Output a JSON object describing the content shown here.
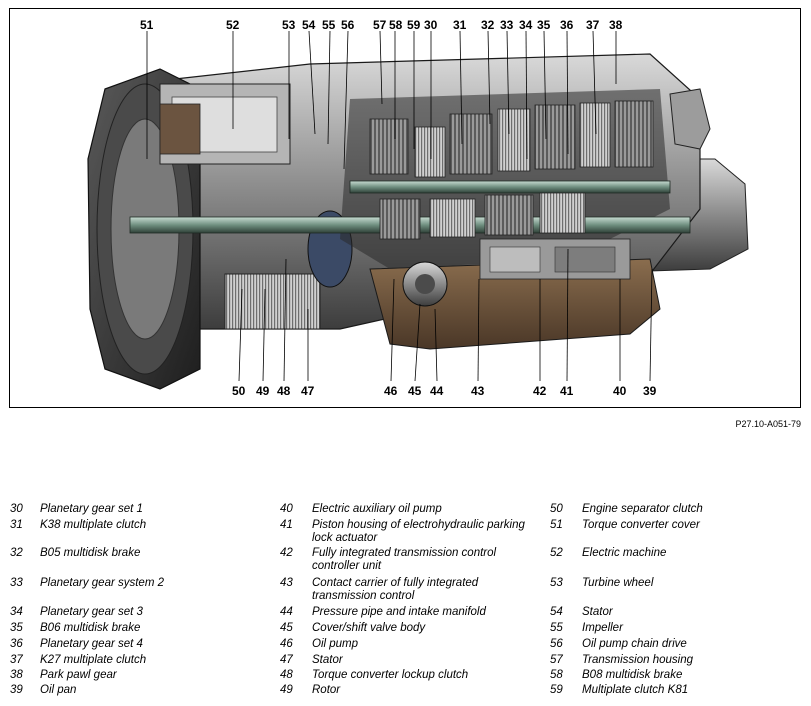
{
  "figure": {
    "reference": "P27.10-A051-79",
    "callouts_top": [
      "51",
      "52",
      "53",
      "54",
      "55",
      "56",
      "57",
      "58",
      "59",
      "30",
      "31",
      "32",
      "33",
      "34",
      "35",
      "36",
      "37",
      "38"
    ],
    "callouts_bottom": [
      "50",
      "49",
      "48",
      "47",
      "46",
      "45",
      "44",
      "43",
      "42",
      "41",
      "40",
      "39"
    ]
  },
  "legend": {
    "col1": [
      {
        "num": "30",
        "text": "Planetary gear set 1"
      },
      {
        "num": "31",
        "text": "K38 multiplate clutch"
      },
      {
        "num": "32",
        "text": "B05 multidisk brake"
      },
      {
        "num": "33",
        "text": "Planetary gear system 2"
      },
      {
        "num": "34",
        "text": "Planetary gear set 3"
      },
      {
        "num": "35",
        "text": "B06 multidisk brake"
      },
      {
        "num": "36",
        "text": "Planetary gear set 4"
      },
      {
        "num": "37",
        "text": "K27 multiplate clutch"
      },
      {
        "num": "38",
        "text": "Park pawl gear"
      },
      {
        "num": "39",
        "text": "Oil pan"
      }
    ],
    "col2": [
      {
        "num": "40",
        "text": "Electric auxiliary oil pump"
      },
      {
        "num": "41",
        "text": "Piston housing of electrohydraulic parking lock actuator"
      },
      {
        "num": "42",
        "text": "Fully integrated transmission control controller unit"
      },
      {
        "num": "43",
        "text": "Contact carrier of fully integrated transmission control"
      },
      {
        "num": "44",
        "text": "Pressure pipe and intake manifold"
      },
      {
        "num": "45",
        "text": "Cover/shift valve body"
      },
      {
        "num": "46",
        "text": "Oil pump"
      },
      {
        "num": "47",
        "text": "Stator"
      },
      {
        "num": "48",
        "text": "Torque converter lockup clutch"
      },
      {
        "num": "49",
        "text": "Rotor"
      }
    ],
    "col3": [
      {
        "num": "50",
        "text": "Engine separator clutch"
      },
      {
        "num": "51",
        "text": "Torque converter cover"
      },
      {
        "num": "52",
        "text": "Electric machine"
      },
      {
        "num": "53",
        "text": "Turbine wheel"
      },
      {
        "num": "54",
        "text": "Stator"
      },
      {
        "num": "55",
        "text": "Impeller"
      },
      {
        "num": "56",
        "text": "Oil pump chain drive"
      },
      {
        "num": "57",
        "text": "Transmission housing"
      },
      {
        "num": "58",
        "text": "B08 multidisk brake"
      },
      {
        "num": "59",
        "text": "Multiplate clutch K81"
      }
    ]
  }
}
